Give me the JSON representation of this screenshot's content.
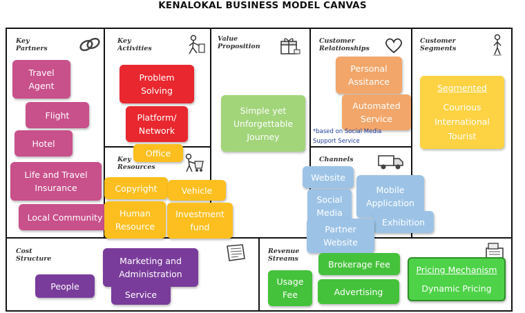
{
  "title": "KENALOKAL BUSINESS MODEL CANVAS",
  "sections": {
    "key_partners": "Key\nPartners",
    "key_activities": "Key\nActivities",
    "key_resources": "Key\nResources",
    "value_proposition": "Value\nProposition",
    "customer_relationships": "Customer\nRelationships",
    "channels": "Channels",
    "customer_segments": "Customer\nSegments",
    "cost_structure": "Cost\nStructure",
    "revenue_streams": "Revenue\nStreams"
  },
  "key_partners": [
    "Travel\nAgent",
    "Flight",
    "Hotel",
    "Life  and Travel\nInsurance",
    "Local Community"
  ],
  "key_activities": [
    "Problem\nSolving",
    "Platform/\nNetwork",
    "Office"
  ],
  "key_resources": [
    "Copyright",
    "Vehicle",
    "Human\nResource",
    "Investment\nfund"
  ],
  "value_proposition": [
    "Simple yet\nUnforgettable\nJourney"
  ],
  "customer_relationships": [
    "Personal\nAssitance",
    "Automated\nService"
  ],
  "customer_relationships_note": "*based on Social Media\nSupport Service",
  "channels": [
    "Website",
    "Social\nMedia",
    "Mobile\nApplication",
    "Exhibition",
    "Partner\nWebsite"
  ],
  "customer_segments": {
    "heading": "Segmented",
    "body": "Courious\nInternational\nTourist"
  },
  "cost_structure": [
    "Marketing and\nAdministration",
    "People",
    "Service"
  ],
  "revenue_streams": [
    "Brokerage Fee",
    "Usage\nFee",
    "Advertising"
  ],
  "pricing": {
    "heading": "Pricing Mechanism",
    "body": "Dynamic Pricing"
  },
  "colors": {
    "partners": "#c8508b",
    "activities": "#e8272f",
    "resources": "#fcbf1f",
    "value": "#a2d47a",
    "relationships": "#f2a66a",
    "channels": "#9cc3e6",
    "segments": "#fdd243",
    "cost": "#7a3c9b",
    "revenue": "#45c23b"
  },
  "icons": [
    "chain-link-icon",
    "worker-icon",
    "gift-box-icon",
    "heart-icon",
    "person-icon",
    "truck-icon",
    "worker-cart-icon",
    "receipt-icon",
    "cash-register-icon"
  ]
}
